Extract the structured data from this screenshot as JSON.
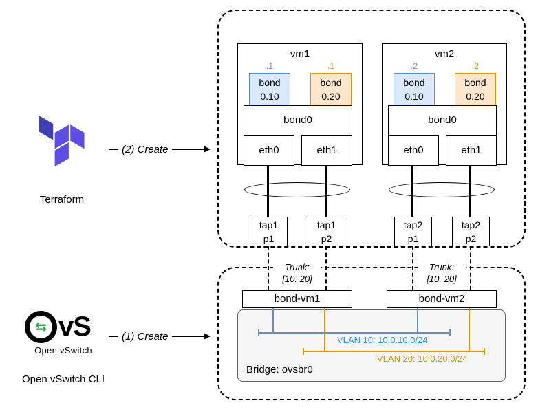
{
  "palette": {
    "blue_fill": "#dae8fc",
    "blue_stroke": "#6c8ebf",
    "blue_text": "#2d9be8",
    "orange_fill": "#ffe6cc",
    "orange_stroke": "#d79b00",
    "terraform_dark": "#4040B2",
    "terraform_light": "#5C4EE5",
    "ovs_green": "#2faa4a",
    "bridge_fill": "#f5f5f5"
  },
  "left_panel": {
    "terraform_label": "Terraform",
    "create2_label": "(2) Create",
    "create1_label": "(1) Create",
    "ovs_logo_text": "vS",
    "ovs_logo_subtext": "Open vSwitch",
    "ovs_cli_label": "Open vSwitch CLI"
  },
  "vm_area": {
    "vms": [
      {
        "title": "vm1",
        "vlan10_tag": ".1",
        "vlan20_tag": ".1",
        "bond_vlan10": "bond\n0.10",
        "bond_vlan20": "bond\n0.20",
        "bond": "bond0",
        "nic1": "eth0",
        "nic2": "eth1",
        "tap1": "tap1\np1",
        "tap2": "tap1\np2"
      },
      {
        "title": "vm2",
        "vlan10_tag": ".2",
        "vlan20_tag": ".2",
        "bond_vlan10": "bond\n0.10",
        "bond_vlan20": "bond\n0.20",
        "bond": "bond0",
        "nic1": "eth0",
        "nic2": "eth1",
        "tap1": "tap2\np1",
        "tap2": "tap2\np2"
      }
    ],
    "trunk_labels": [
      "Trunk:\n[10. 20]",
      "Trunk:\n[10. 20]"
    ]
  },
  "ovs_area": {
    "bonds": [
      "bond-vm1",
      "bond-vm2"
    ],
    "bridge_label": "Bridge: ovsbr0",
    "vlan10_label": "VLAN 10: 10.0.10.0/24",
    "vlan20_label": "VLAN 20: 10.0.20.0/24"
  }
}
